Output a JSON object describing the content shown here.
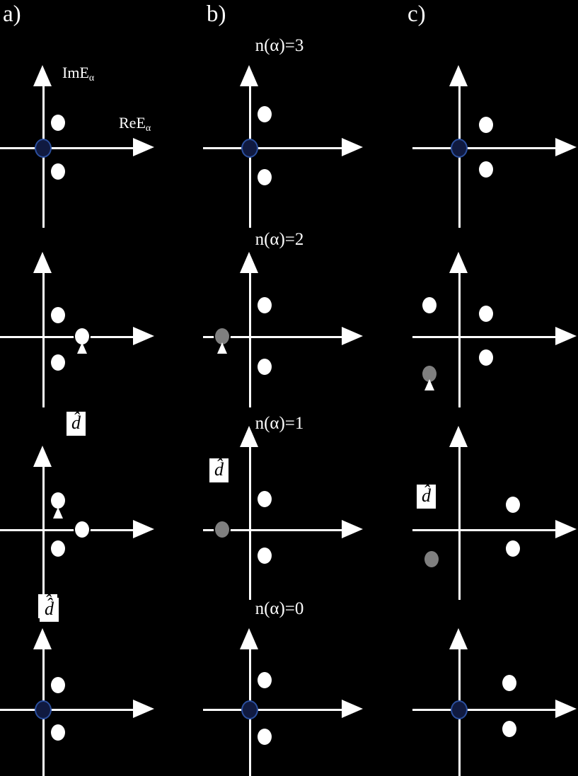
{
  "figure": {
    "background": "#000000",
    "dot_white": "#ffffff",
    "dot_gray": "#7f7f7f",
    "dot_navy": "#101a40",
    "axis_color": "#ffffff"
  },
  "columns": [
    {
      "label": "a)"
    },
    {
      "label": "b)"
    },
    {
      "label": "c)"
    }
  ],
  "axis_labels": {
    "imaginary": "ImE",
    "imaginary_sub": "α",
    "real": "ReE",
    "real_sub": "α"
  },
  "n_labels": [
    {
      "text": "n(α)=3"
    },
    {
      "text": "n(α)=2"
    },
    {
      "text": "n(α)=1"
    },
    {
      "text": "n(α)=0"
    }
  ],
  "operator_label": "d̂",
  "chart_data": {
    "type": "scatter",
    "title": "",
    "xlabel": "ReEα",
    "ylabel": "ImEα",
    "grid": false,
    "legend": "none",
    "note": "Complex-plane (argand) schematics of eigenvalue / pole positions. White = occupied eigenvalue, gray = shifted eigenvalue marked by d-hat action, navy = eigenvalue pair collapsed at the origin.",
    "panels": [
      {
        "id": "a1",
        "column": "a)",
        "row": 1,
        "n_label": "n(α)=3",
        "points": [
          {
            "x": 0.32,
            "y": 0.62,
            "color": "white"
          },
          {
            "x": 0.0,
            "y": 0.0,
            "color": "navy"
          },
          {
            "x": 0.32,
            "y": -0.62,
            "color": "white"
          }
        ]
      },
      {
        "id": "b1",
        "column": "b)",
        "row": 1,
        "n_label": "n(α)=3",
        "points": [
          {
            "x": 0.32,
            "y": 0.62,
            "color": "white"
          },
          {
            "x": 0.0,
            "y": 0.0,
            "color": "navy"
          },
          {
            "x": 0.32,
            "y": -0.62,
            "color": "white"
          }
        ]
      },
      {
        "id": "c1",
        "column": "c)",
        "row": 1,
        "n_label": "n(α)=3",
        "points": [
          {
            "x": 0.62,
            "y": 0.52,
            "color": "white"
          },
          {
            "x": 0.0,
            "y": 0.0,
            "color": "navy"
          },
          {
            "x": 0.62,
            "y": -0.52,
            "color": "white"
          }
        ]
      },
      {
        "id": "a2",
        "column": "a)",
        "row": 2,
        "n_label": "n(α)=2",
        "points": [
          {
            "x": 0.32,
            "y": 0.62,
            "color": "white"
          },
          {
            "x": 0.62,
            "y": 0.0,
            "color": "white",
            "marker": "down"
          },
          {
            "x": 0.32,
            "y": -0.62,
            "color": "white"
          }
        ]
      },
      {
        "id": "b2",
        "column": "b)",
        "row": 2,
        "n_label": "n(α)=2",
        "points": [
          {
            "x": 0.32,
            "y": 0.62,
            "color": "white"
          },
          {
            "x": -0.62,
            "y": 0.0,
            "color": "gray",
            "marker": "down"
          },
          {
            "x": 0.32,
            "y": -0.62,
            "color": "white"
          }
        ]
      },
      {
        "id": "c2",
        "column": "c)",
        "row": 2,
        "n_label": "n(α)=2",
        "points": [
          {
            "x": -0.62,
            "y": 0.62,
            "color": "white"
          },
          {
            "x": 0.62,
            "y": 0.52,
            "color": "white"
          },
          {
            "x": 0.62,
            "y": -0.52,
            "color": "white"
          },
          {
            "x": -0.62,
            "y": -0.62,
            "color": "gray",
            "marker": "down"
          }
        ]
      },
      {
        "id": "a3",
        "column": "a)",
        "row": 3,
        "n_label": "n(α)=1",
        "points": [
          {
            "x": 0.32,
            "y": 0.62,
            "color": "white",
            "marker": "down"
          },
          {
            "x": 0.62,
            "y": 0.0,
            "color": "white"
          },
          {
            "x": 0.32,
            "y": -0.62,
            "color": "white"
          }
        ]
      },
      {
        "id": "b3",
        "column": "b)",
        "row": 3,
        "n_label": "n(α)=1",
        "points": [
          {
            "x": 0.32,
            "y": 0.62,
            "color": "white"
          },
          {
            "x": -0.62,
            "y": 0.0,
            "color": "gray"
          },
          {
            "x": 0.32,
            "y": -0.62,
            "color": "white"
          }
        ]
      },
      {
        "id": "c3",
        "column": "c)",
        "row": 3,
        "n_label": "n(α)=1",
        "points": [
          {
            "x": 0.62,
            "y": 0.52,
            "color": "white"
          },
          {
            "x": 0.62,
            "y": -0.52,
            "color": "white"
          },
          {
            "x": -0.62,
            "y": -0.62,
            "color": "gray"
          }
        ]
      },
      {
        "id": "a4",
        "column": "a)",
        "row": 4,
        "n_label": "n(α)=0",
        "points": [
          {
            "x": 0.32,
            "y": 0.62,
            "color": "white"
          },
          {
            "x": 0.0,
            "y": 0.0,
            "color": "navy"
          },
          {
            "x": 0.32,
            "y": -0.62,
            "color": "white"
          }
        ]
      },
      {
        "id": "b4",
        "column": "b)",
        "row": 4,
        "n_label": "n(α)=0",
        "points": [
          {
            "x": 0.32,
            "y": 0.62,
            "color": "white"
          },
          {
            "x": 0.0,
            "y": 0.0,
            "color": "navy"
          },
          {
            "x": 0.32,
            "y": -0.62,
            "color": "white"
          }
        ]
      },
      {
        "id": "c4",
        "column": "c)",
        "row": 4,
        "n_label": "n(α)=0",
        "points": [
          {
            "x": 0.62,
            "y": 0.52,
            "color": "white"
          },
          {
            "x": 0.0,
            "y": 0.0,
            "color": "navy"
          },
          {
            "x": 0.62,
            "y": -0.52,
            "color": "white"
          }
        ]
      }
    ]
  }
}
